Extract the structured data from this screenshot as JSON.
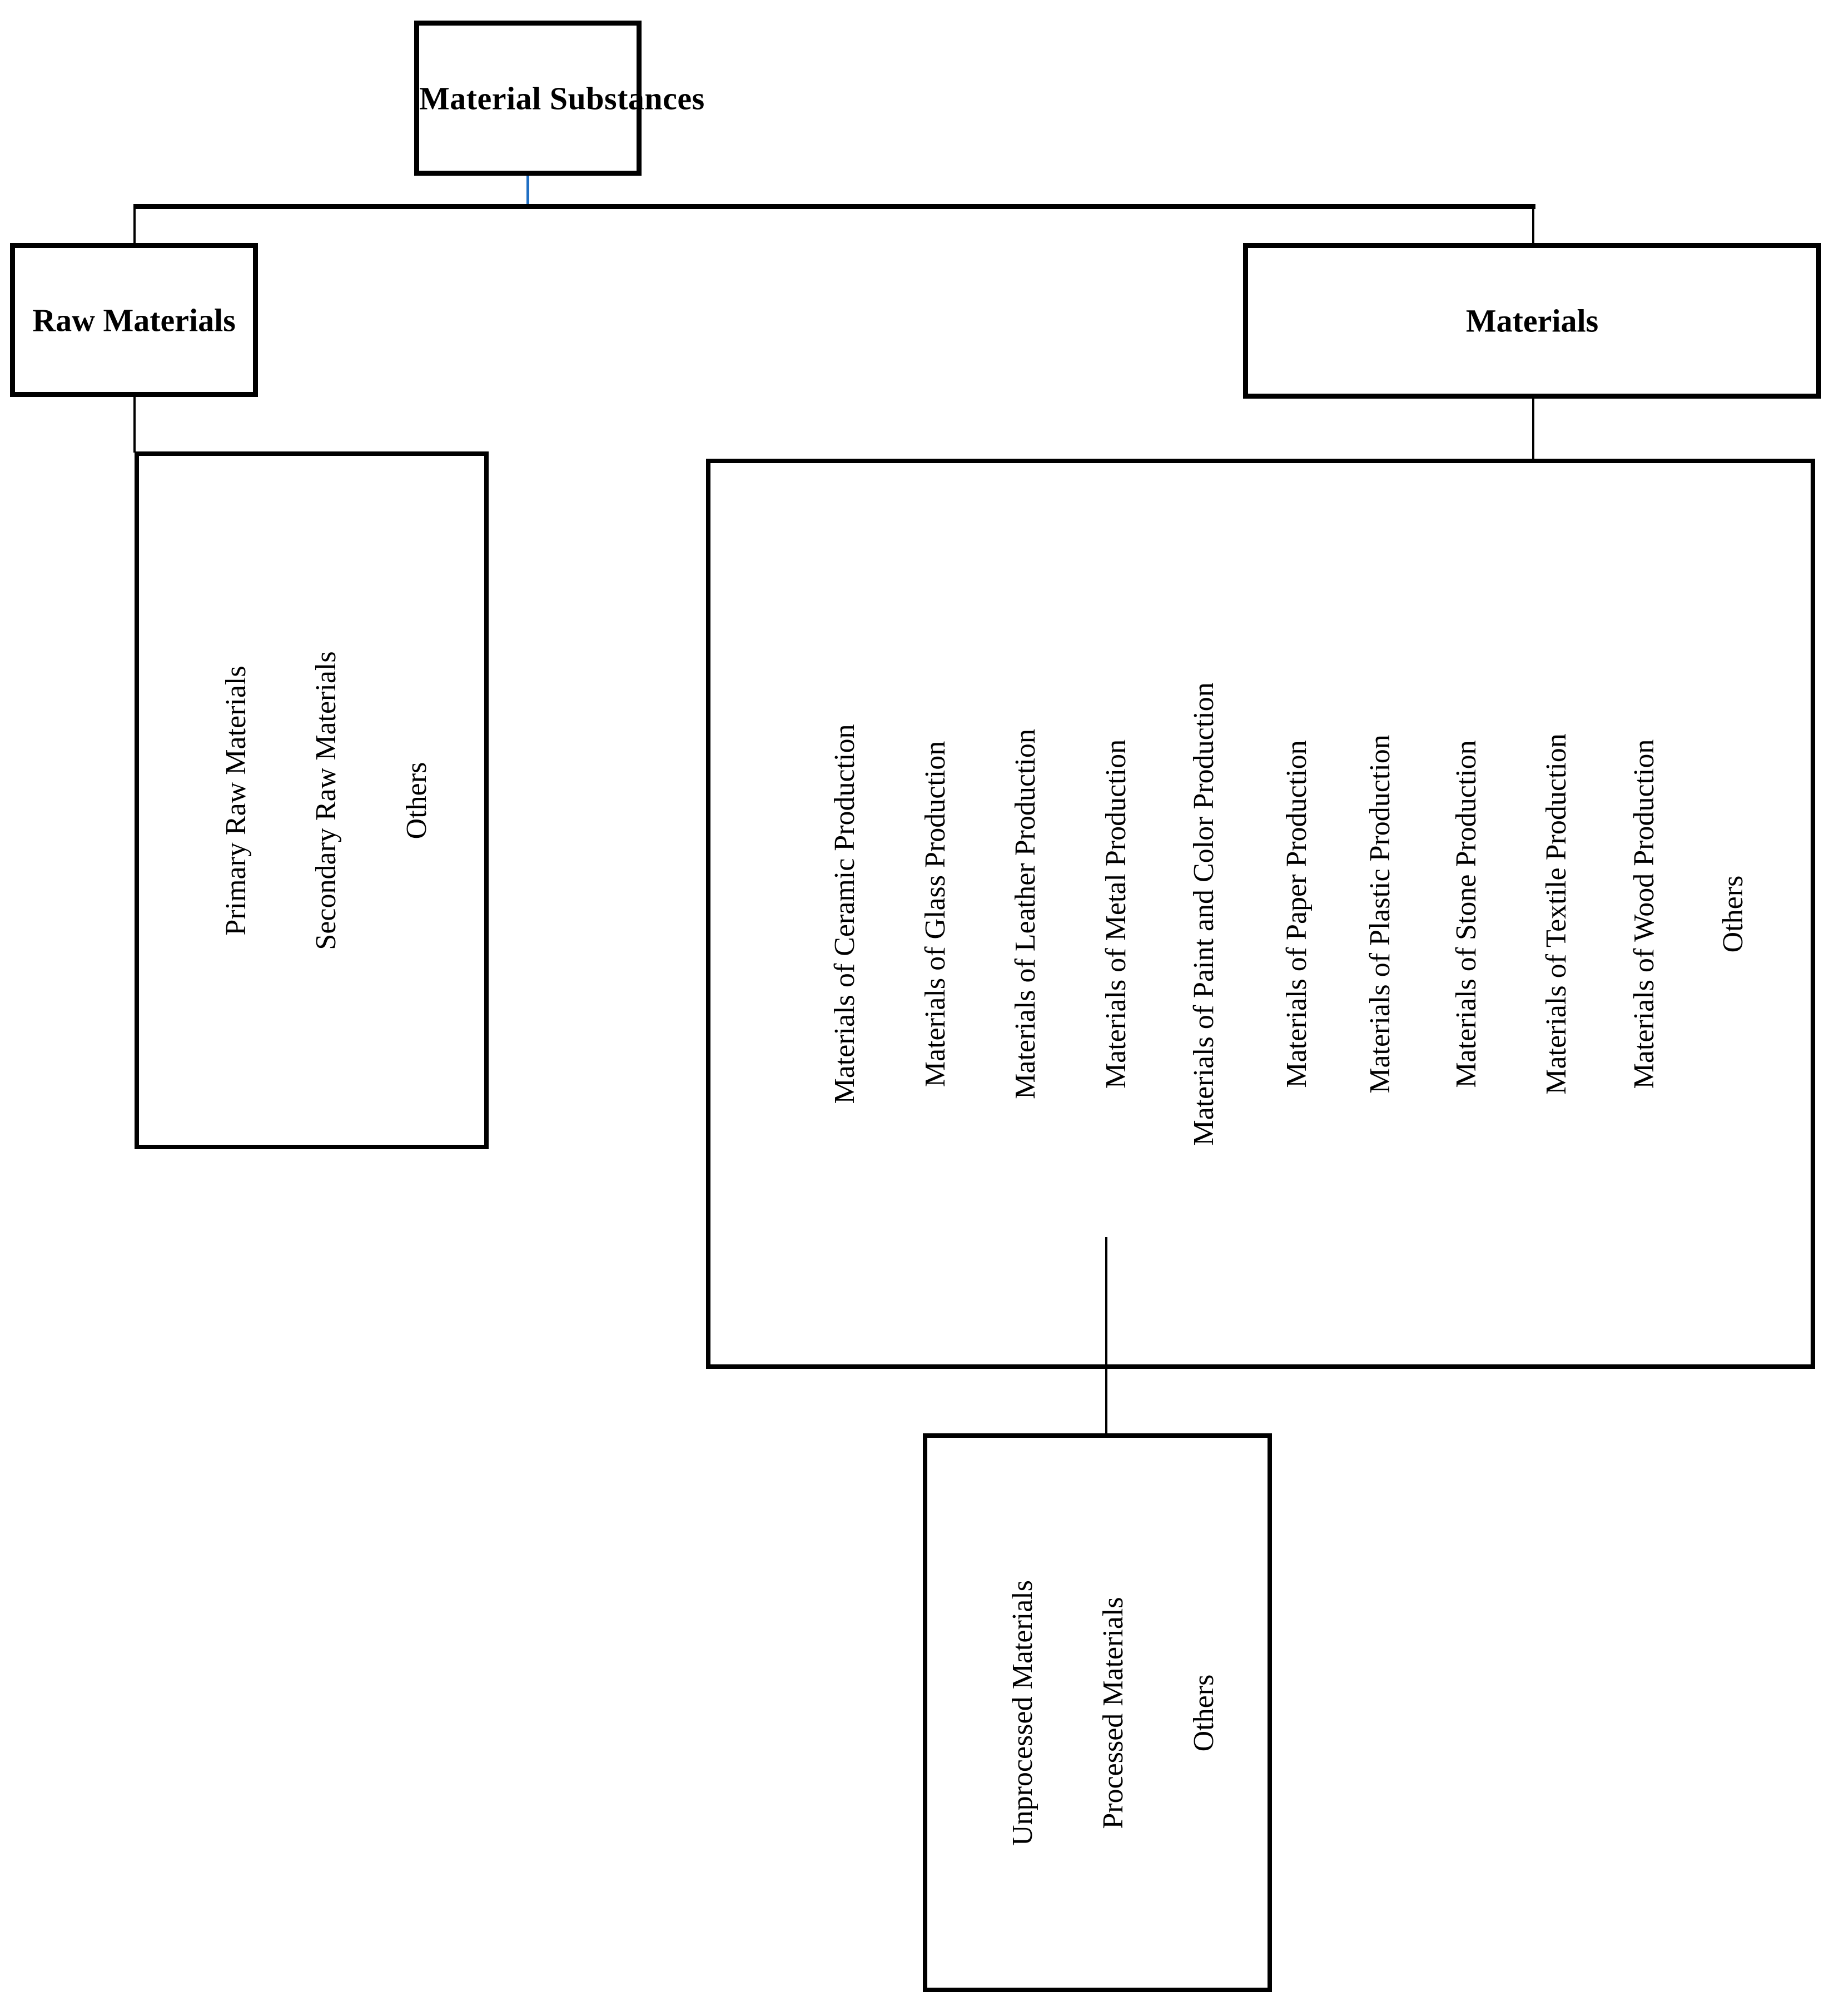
{
  "diagram": {
    "type": "tree",
    "title": "Material Substances taxonomy",
    "root": {
      "label": "Material Substances"
    },
    "branches": [
      {
        "label": "Raw Materials",
        "children": [
          "Primary Raw Materials",
          "Secondary Raw Materials",
          "Others"
        ]
      },
      {
        "label": "Materials",
        "children": [
          "Materials of Ceramic Production",
          "Materials of Glass Production",
          "Materials of Leather Production",
          "Materials of Metal Production",
          "Materials of Paint and Color Production",
          "Materials of Paper Production",
          "Materials of Plastic Production",
          "Materials of Stone Production",
          "Materials of Textile Production",
          "Materials of Wood Production",
          "Others"
        ],
        "sub_panel": {
          "parent_item": "Materials of Metal Production",
          "children": [
            "Unprocessed Materials",
            "Processed Materials",
            "Others"
          ]
        }
      }
    ]
  },
  "colors": {
    "box_border": "#000000",
    "text": "#000000",
    "background": "#ffffff",
    "root_connector": "#1f6fc4",
    "connector": "#000000"
  }
}
